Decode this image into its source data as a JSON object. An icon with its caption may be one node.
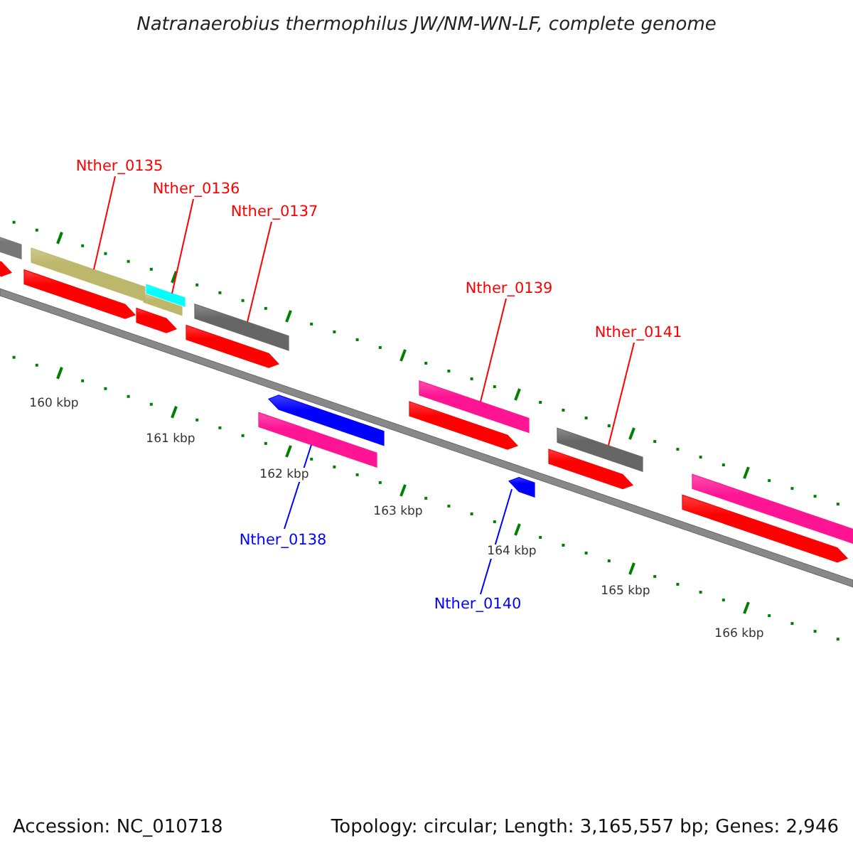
{
  "diagram": {
    "title": "Natranaerobius thermophilus JW/NM-WN-LF, complete genome",
    "nodes": [
      {
        "text": [
          "Nther_0135"
        ]
      },
      {
        "text": [],
        "shape": "bar"
      },
      {
        "text": [
          "Nther_0136"
        ]
      },
      {
        "text": [],
        "shape": "bar"
      },
      {
        "text": [
          "Nther_0137"
        ]
      },
      {
        "text": [],
        "shape": "bar"
      },
      {
        "text": [
          "Nther_0138"
        ]
      },
      {
        "text": [],
        "shape": "bar"
      },
      {
        "text": [
          "Nther_0139"
        ]
      },
      {
        "text": [],
        "shape": "bar"
      },
      {
        "text": [
          "Nther_0140"
        ]
      },
      {
        "text": [],
        "shape": "arrow"
      },
      {
        "text": [
          "Nther_0141"
        ]
      },
      {
        "text": [],
        "shape": "bar"
      }
    ],
    "edges": [
      {
        "from": 0,
        "to": 1,
        "arrow": "none"
      },
      {
        "from": 2,
        "to": 3,
        "arrow": "none"
      },
      {
        "from": 4,
        "to": 5,
        "arrow": "none"
      },
      {
        "from": 6,
        "to": 7,
        "arrow": "none",
        "color": "#0000ff"
      },
      {
        "from": 8,
        "to": 9,
        "arrow": "none"
      },
      {
        "from": 10,
        "to": 11,
        "arrow": "none",
        "color": "#0000ff"
      },
      {
        "from": 12,
        "to": 13,
        "arrow": "none"
      }
    ],
    "labels": [
      "160 kbp",
      "161 kbp",
      "162 kbp",
      "163 kbp",
      "164 kbp",
      "165 kbp",
      "166 kbp",
      "Accession: NC_010718",
      "Topology: circular; Length: 3,165,557 bp; Genes: 2,946"
    ]
  }
}
